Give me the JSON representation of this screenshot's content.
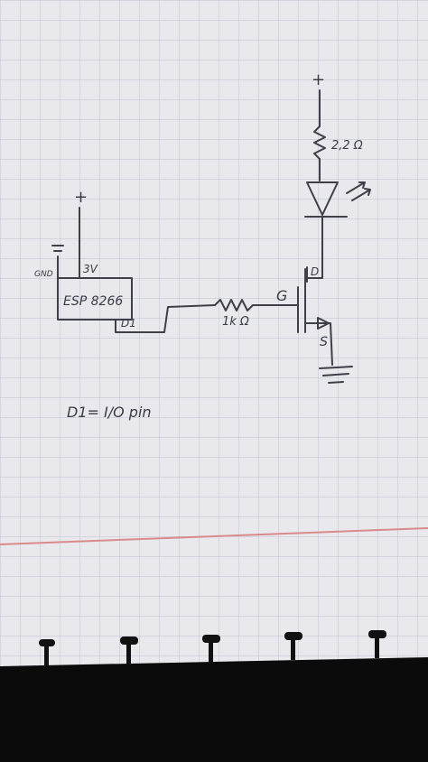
{
  "labels": {
    "plus_top": "+",
    "plus_left": "+",
    "resistor_top": "2,2 Ω",
    "gnd": "GND",
    "v3": "3V",
    "esp": "ESP 8266",
    "d1": "D1",
    "resistor_gate": "1k Ω",
    "g": "G",
    "d": "D",
    "s": "S",
    "note": "D1= I/O pin"
  },
  "colors": {
    "paper": "#e9e8ec",
    "grid": "#b9c0cf",
    "ink": "#3e3f47",
    "margin_line": "#d98a8a",
    "binder": "#0b0b0b"
  }
}
